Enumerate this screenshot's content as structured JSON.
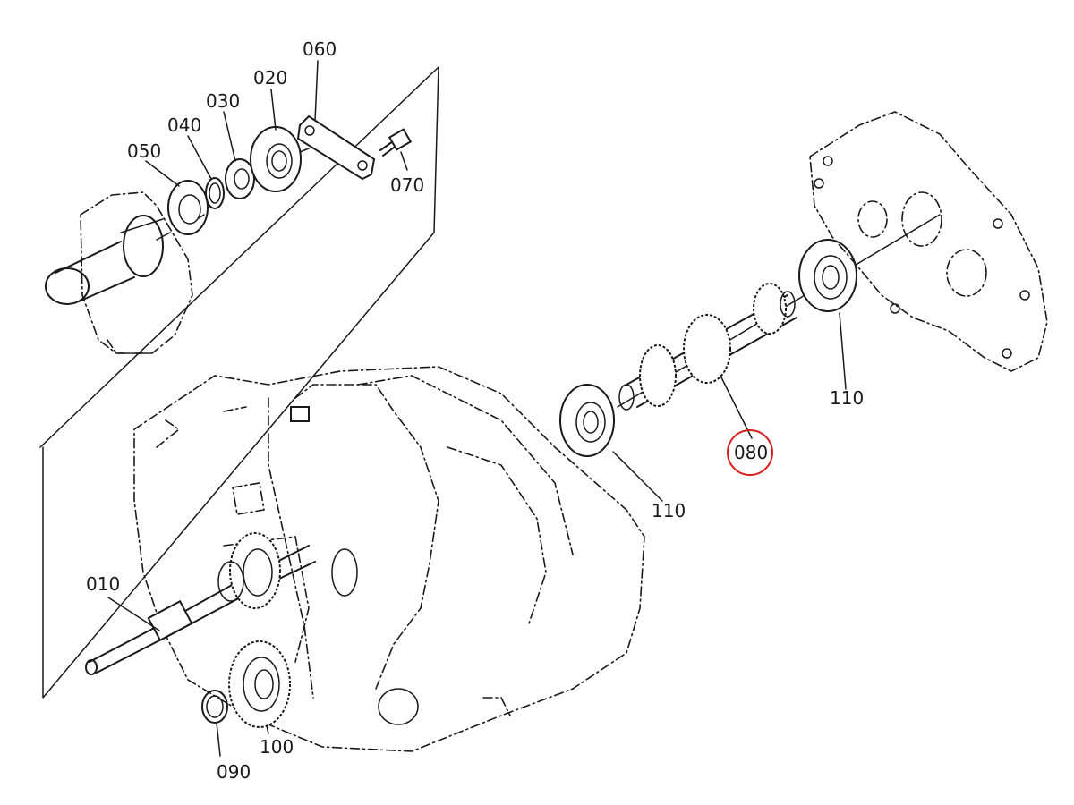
{
  "labels": {
    "p010": "010",
    "p020": "020",
    "p030": "030",
    "p040": "040",
    "p050": "050",
    "p060": "060",
    "p070": "070",
    "p080": "080",
    "p090": "090",
    "p100": "100",
    "p110a": "110",
    "p110b": "110"
  },
  "highlight": {
    "part": "080",
    "color": "#d81e1e"
  }
}
